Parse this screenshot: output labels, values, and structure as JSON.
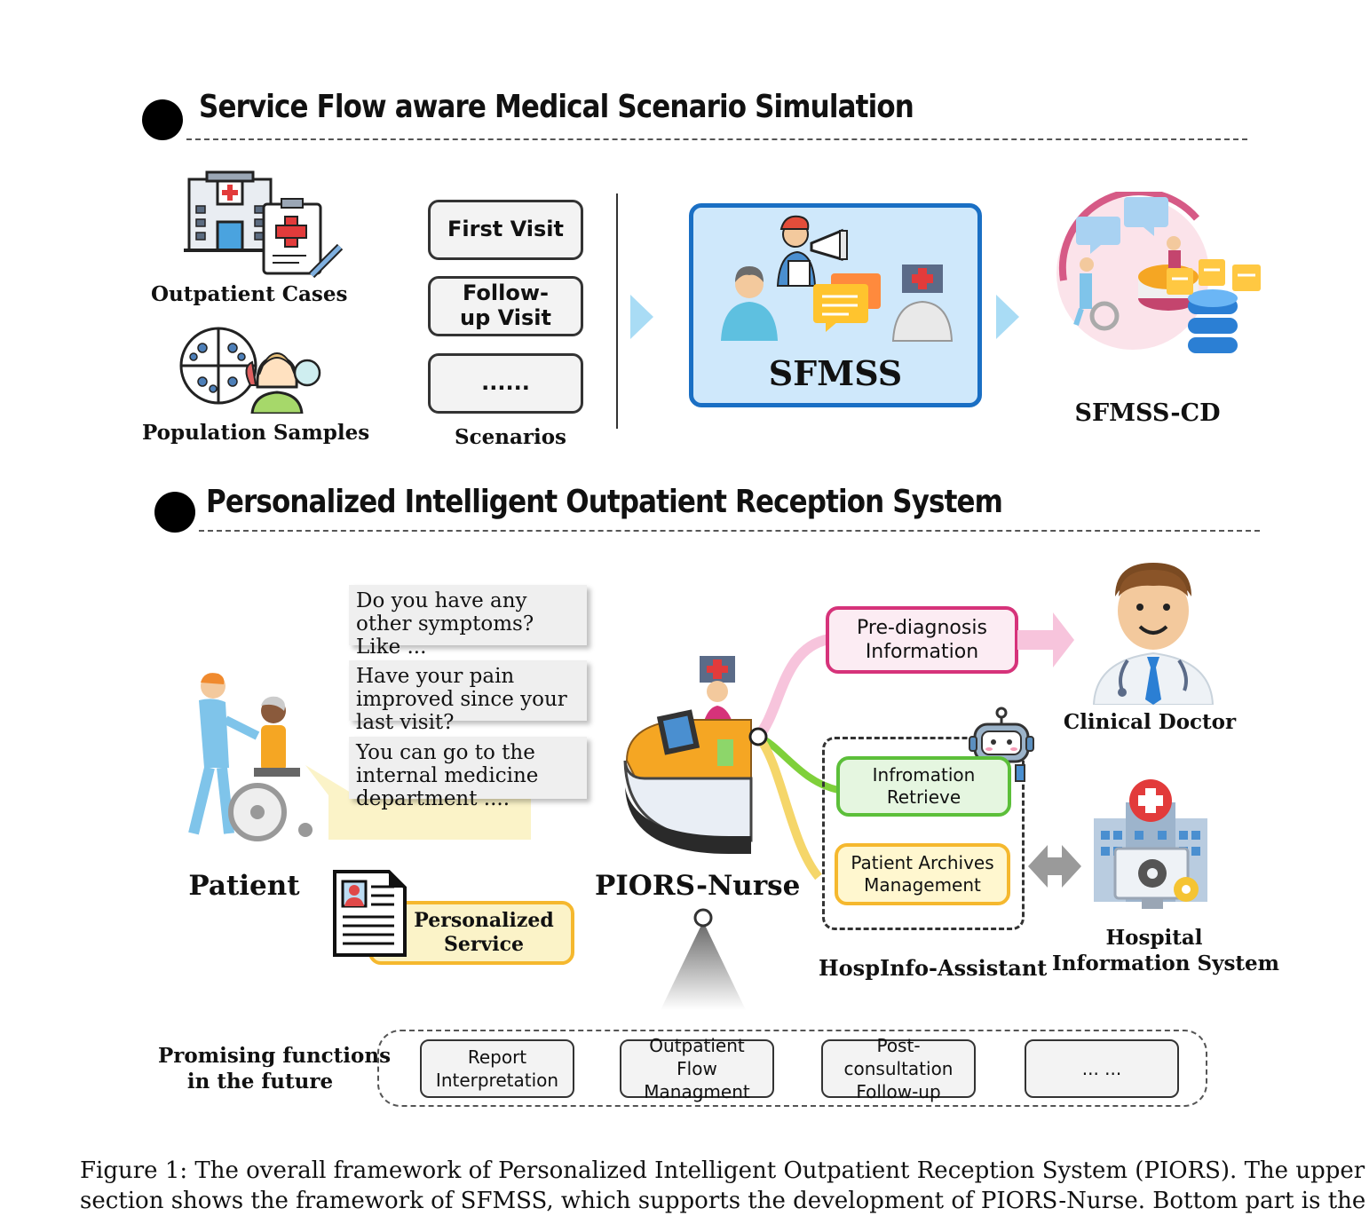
{
  "sections": {
    "top_title": "Service Flow aware Medical Scenario Simulation",
    "bottom_title": "Personalized Intelligent Outpatient Reception System"
  },
  "top": {
    "outpatient_cases": "Outpatient Cases",
    "population_samples": "Population Samples",
    "scenario_boxes": [
      "First Visit",
      "Follow-up Visit",
      "......"
    ],
    "scenarios_label": "Scenarios",
    "sfmss": "SFMSS",
    "sfmss_cd": "SFMSS-CD"
  },
  "bottom": {
    "bubbles": [
      "Do you have any other symptoms? Like ...",
      "Have your pain improved since your  last visit?",
      "You can go to the internal medicine department ...."
    ],
    "patient": "Patient",
    "personalized_service": "Personalized Service",
    "nurse": "PIORS-Nurse",
    "pre_diagnosis": "Pre-diagnosis Information",
    "clinical_doctor": "Clinical Doctor",
    "info_retrieve": "Infromation Retrieve",
    "patient_archives": "Patient Archives Management",
    "hospinfo_assistant": "HospInfo-Assistant",
    "his_line1": "Hospital",
    "his_line2": "Information System",
    "future_line1": "Promising functions",
    "future_line2": "in the future",
    "future_boxes": [
      "Report Interpretation",
      "Outpatient Flow Managment",
      "Post-consultation Follow-up",
      "... ..."
    ]
  },
  "caption": {
    "line1": "Figure 1: The overall framework of Personalized Intelligent Outpatient Reception System (PIORS). The upper",
    "line2": "section shows the framework of SFMSS, which supports the development of PIORS-Nurse. Bottom part is the"
  },
  "colors": {
    "sfmss_fill": "#cfe8fb",
    "sfmss_border": "#1a6fc4",
    "pink": "#d6337a",
    "green": "#5cbf3a",
    "yellow": "#f5b82e",
    "arrow_blue": "#a9dcf5"
  }
}
